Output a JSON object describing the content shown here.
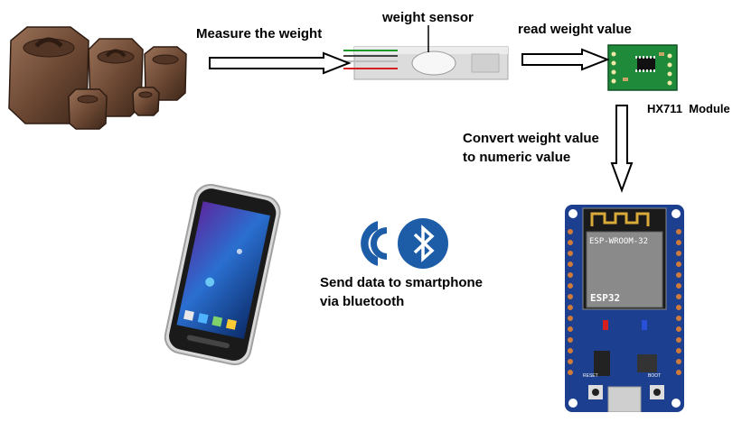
{
  "labels": {
    "measure": "Measure the weight",
    "sensor": "weight sensor",
    "read": "read weight value",
    "module": "HX711  Module",
    "convert_line1": "Convert weight value",
    "convert_line2": "to numeric value",
    "send_line1": "Send data to smartphone",
    "send_line2": "via bluetooth"
  },
  "board": {
    "module_name": "ESP-WROOM-32",
    "chip_name": "ESP32",
    "reset_label": "RESET",
    "boot_label": "BOOT"
  },
  "colors": {
    "weights": "#6e4a35",
    "load_cell": "#dcdcdc",
    "hx711_board": "#1f8a3a",
    "esp_board": "#1c3f8f",
    "bluetooth": "#1d5da8",
    "arrow_fill": "#ffffff",
    "arrow_stroke": "#000000"
  },
  "icons": [
    "weights-image",
    "load-cell-image",
    "hx711-board-image",
    "smartphone-image",
    "bluetooth-icon",
    "esp32-board-image"
  ]
}
